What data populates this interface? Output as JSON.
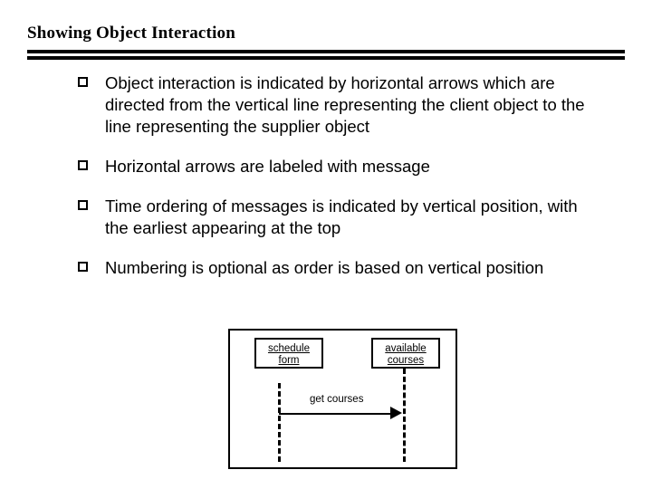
{
  "slide": {
    "title": "Showing Object Interaction",
    "bullets": [
      "Object interaction is indicated by horizontal arrows which are directed from the vertical line representing the client object to the line representing the supplier object",
      "Horizontal arrows are labeled with message",
      "Time ordering of messages is indicated by vertical position, with the earliest appearing at the top",
      "Numbering is optional as order is based on vertical position"
    ],
    "diagram": {
      "objects": [
        {
          "line1": "schedule",
          "line2": "form"
        },
        {
          "line1": "available",
          "line2": "courses"
        }
      ],
      "message_label": "get courses"
    }
  }
}
